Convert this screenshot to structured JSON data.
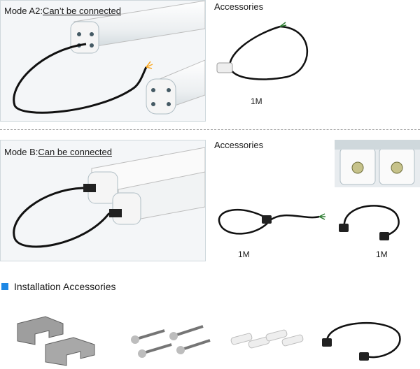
{
  "accent": "#1e88e5",
  "mode_a": {
    "prefix": "Mode A2:",
    "underlined": "Can’t be connected"
  },
  "mode_b": {
    "prefix": "Mode B:",
    "underlined": "Can be connected"
  },
  "accessories_a": {
    "title": "Accessories",
    "length": "1M"
  },
  "accessories_b": {
    "title": "Accessories",
    "length_left": "1M",
    "length_right": "1M"
  },
  "installation": {
    "title": "Installation Accessories"
  },
  "icons": [
    "blue-square-icon"
  ]
}
